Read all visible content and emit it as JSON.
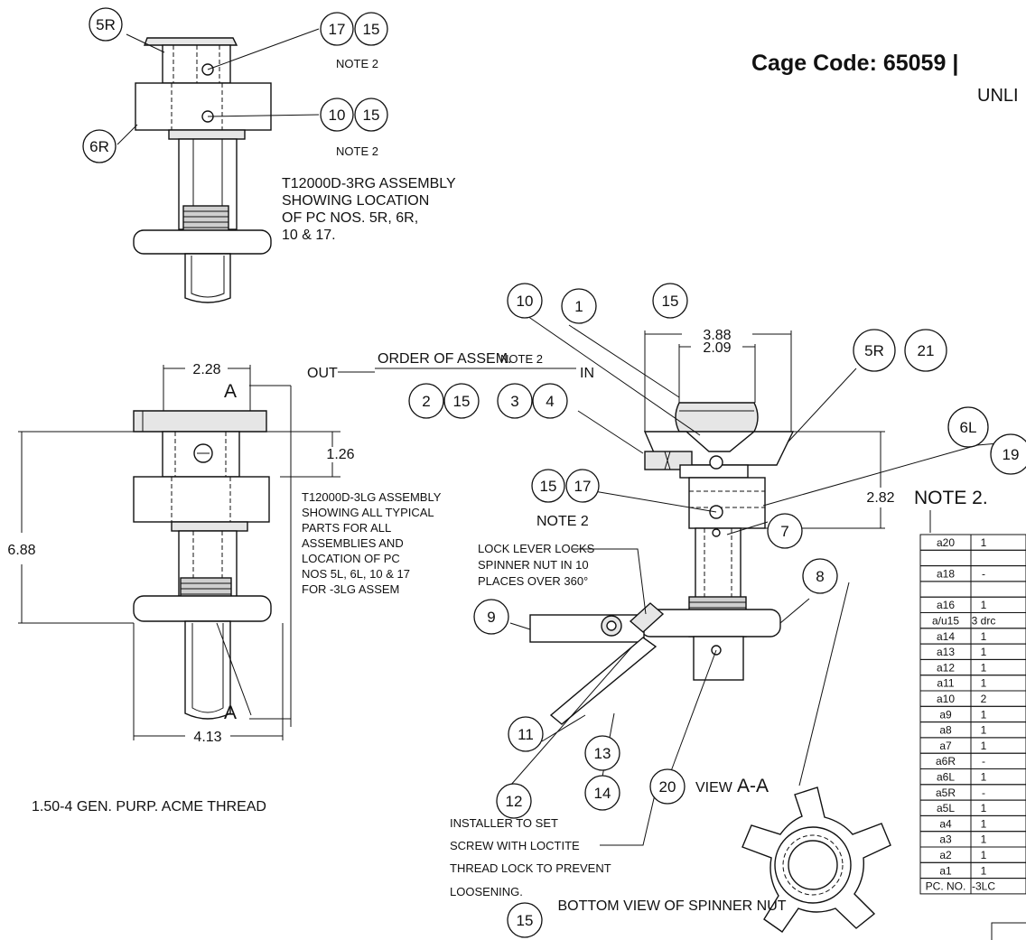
{
  "header": {
    "title": "Cage Code: 65059 |",
    "subtitle": "UNLI"
  },
  "views": {
    "rg_caption": [
      "T12000D-3RG ASSEMBLY",
      "SHOWING LOCATION",
      "OF PC NOS. 5R, 6R,",
      "10 & 17."
    ],
    "lg_caption": [
      "T12000D-3LG ASSEMBLY",
      "SHOWING ALL TYPICAL",
      "PARTS FOR ALL",
      "ASSEMBLIES AND",
      "LOCATION OF PC",
      "NOS 5L, 6L, 10 & 17",
      "FOR -3LG ASSEM"
    ],
    "thread_caption": "1.50-4 GEN. PURP. ACME THREAD",
    "lock_caption": [
      "LOCK LEVER LOCKS",
      "SPINNER NUT IN 10",
      "PLACES OVER 360°"
    ],
    "installer_caption": [
      "INSTALLER TO SET",
      "SCREW WITH LOCTITE",
      "THREAD LOCK TO PREVENT",
      "LOOSENING."
    ],
    "bottom_caption": "BOTTOM VIEW OF SPINNER NUT",
    "view_prefix": "VIEW",
    "view_name": "A-A",
    "order": "ORDER OF ASSEM.",
    "out": "OUT",
    "in": "IN",
    "note2": "NOTE 2",
    "note2_big": "NOTE 2."
  },
  "dims": {
    "d228": "2.28",
    "d126": "1.26",
    "d688": "6.88",
    "d413": "4.13",
    "d388": "3.88",
    "d209": "2.09",
    "d282": "2.82",
    "sec_a": "A"
  },
  "balloons": {
    "b5R_top": "5R",
    "b17_top": "17",
    "b15_top": "15",
    "b10_top": "10",
    "b15_top2": "15",
    "b6R": "6R",
    "b2": "2",
    "b15_ord": "15",
    "b3": "3",
    "b4": "4",
    "b10": "10",
    "b1": "1",
    "b15_mid": "15",
    "b5R": "5R",
    "b21": "21",
    "b6L": "6L",
    "b19": "19",
    "b15_s": "15",
    "b17_s": "17",
    "b7": "7",
    "b8": "8",
    "b9": "9",
    "b11": "11",
    "b12": "12",
    "b13": "13",
    "b14": "14",
    "b20": "20",
    "b15_bot": "15"
  },
  "parts_table": {
    "header": [
      "PC. NO.",
      "-3LC"
    ],
    "rows": [
      [
        "a20",
        "1"
      ],
      [
        "",
        ""
      ],
      [
        "a18",
        "-"
      ],
      [
        "",
        ""
      ],
      [
        "a16",
        "1"
      ],
      [
        "a/u15",
        "3 drc"
      ],
      [
        "a14",
        "1"
      ],
      [
        "a13",
        "1"
      ],
      [
        "a12",
        "1"
      ],
      [
        "a11",
        "1"
      ],
      [
        "a10",
        "2"
      ],
      [
        "a9",
        "1"
      ],
      [
        "a8",
        "1"
      ],
      [
        "a7",
        "1"
      ],
      [
        "a6R",
        "-"
      ],
      [
        "a6L",
        "1"
      ],
      [
        "a5R",
        "-"
      ],
      [
        "a5L",
        "1"
      ],
      [
        "a4",
        "1"
      ],
      [
        "a3",
        "1"
      ],
      [
        "a2",
        "1"
      ],
      [
        "a1",
        "1"
      ]
    ]
  }
}
